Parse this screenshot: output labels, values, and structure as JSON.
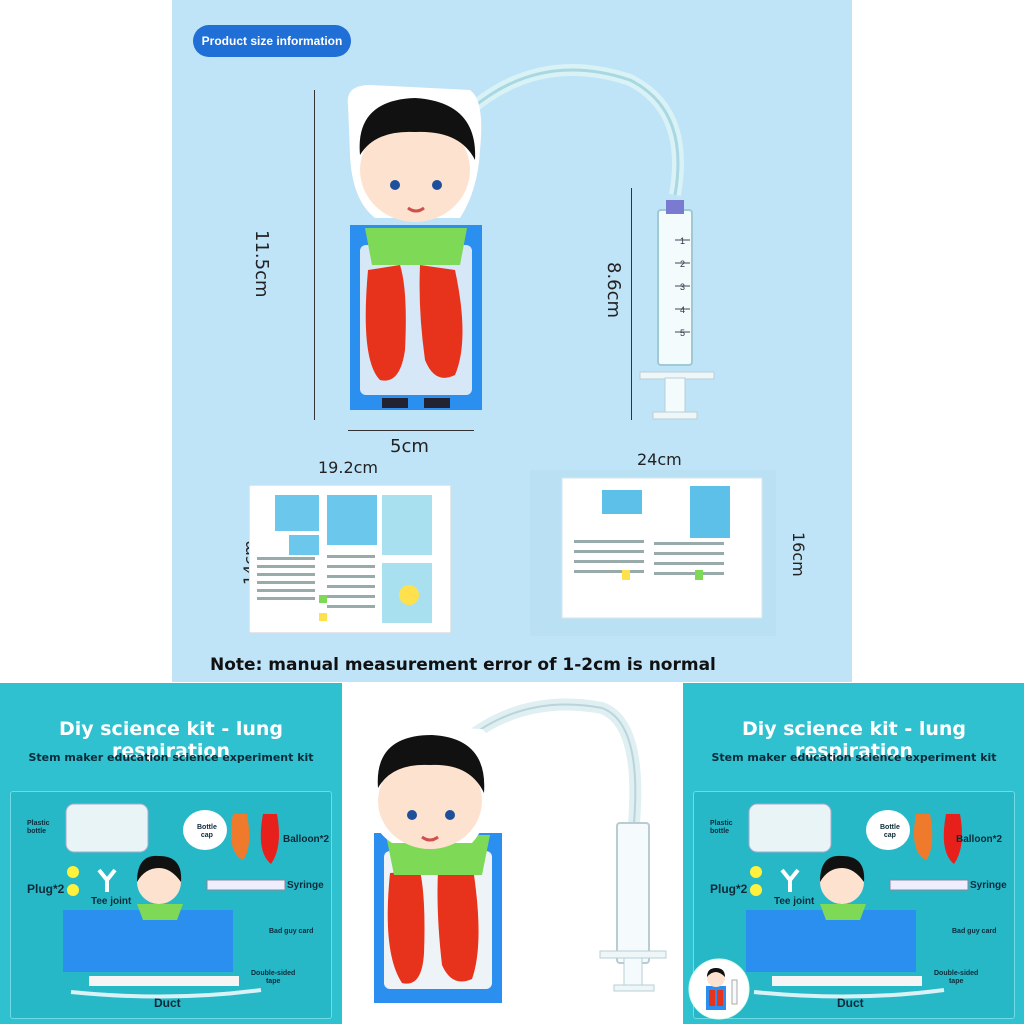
{
  "top": {
    "badge": "Product size information",
    "dims": {
      "height_model": "11.5cm",
      "height_syringe": "8.6cm",
      "width_model": "5cm",
      "manual_width": "19.2cm",
      "manual_height": "14cm",
      "bag_width": "24cm",
      "bag_height": "16cm"
    },
    "note": "Note: manual measurement error of 1-2cm is normal"
  },
  "kit": {
    "title": "Diy science kit - lung respiration",
    "subtitle": "Stem maker education science experiment kit",
    "labels": {
      "plastic_bottle": "Plastic\nbottle",
      "bottle_cap": "Bottle\ncap",
      "balloon": "Balloon*2",
      "plug": "Plug*2",
      "syringe": "Syringe",
      "tee_joint": "Tee joint",
      "bad_guy_card": "Bad guy card",
      "double_sided_tape": "Double-sided\ntape",
      "duct": "Duct"
    }
  },
  "colors": {
    "top_bg": "#bfe3f7",
    "badge_bg": "#1f6fd6",
    "kit_bg": "#2fc1cf",
    "lung_red": "#e8331c",
    "body_blue": "#2b8ff0",
    "collar_green": "#7ed957"
  },
  "syringe_marks": [
    "1",
    "2",
    "3",
    "4",
    "5"
  ]
}
